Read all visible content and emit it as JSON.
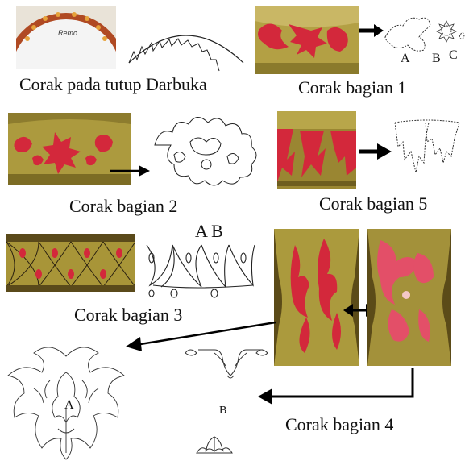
{
  "captions": {
    "tutup": "Corak pada tutup Darbuka",
    "bagian1": "Corak bagian 1",
    "bagian2": "Corak bagian 2",
    "bagian5": "Corak bagian 5",
    "bagian3": "Corak bagian 3",
    "bagian4": "Corak bagian 4"
  },
  "labels": {
    "b1_a": "A",
    "b1_b": "B",
    "b1_c": "C",
    "b3_ab": "A B",
    "b4_a": "A",
    "b4_b": "B"
  },
  "colors": {
    "gold": "#b49a3a",
    "gold_dark": "#7a6720",
    "red": "#d2283c",
    "pink": "#e8506a",
    "arrow": "#000000"
  },
  "logo": "Remo"
}
